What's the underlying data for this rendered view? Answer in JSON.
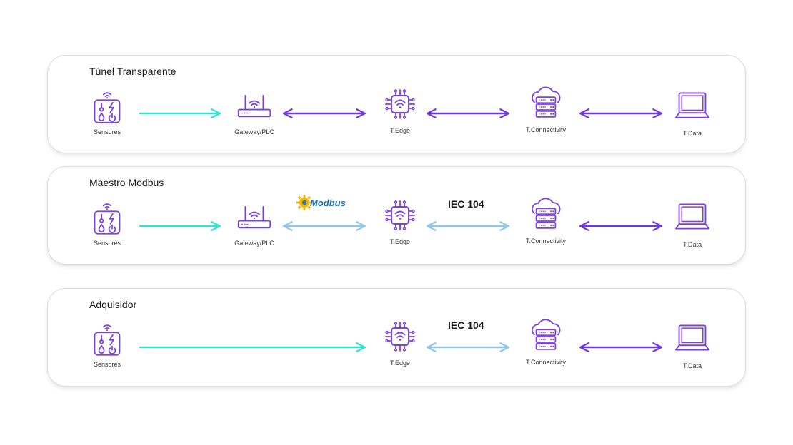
{
  "rows": [
    {
      "title": "Túnel Transparente",
      "nodes": [
        "Sensores",
        "Gateway/PLC",
        "T.Edge",
        "T.Connectivity",
        "T.Data"
      ]
    },
    {
      "title": "Maestro Modbus",
      "nodes": [
        "Sensores",
        "Gateway/PLC",
        "T.Edge",
        "T.Connectivity",
        "T.Data"
      ],
      "protocols": {
        "gateway_edge": "Modbus",
        "edge_connectivity": "IEC 104"
      }
    },
    {
      "title": "Adquisidor",
      "nodes": [
        "Sensores",
        "T.Edge",
        "T.Connectivity",
        "T.Data"
      ],
      "protocols": {
        "edge_connectivity": "IEC 104"
      }
    }
  ],
  "colors": {
    "icon": "#7b3fe4",
    "arrow_sensor": "#2ee6d6",
    "arrow_bidirectional": "#6e3ae0",
    "arrow_protocol": "#8ec8ee"
  },
  "icons": {
    "sensor": "sensor-panel-icon",
    "gateway": "router-icon",
    "edge": "chip-icon",
    "connectivity": "cloud-server-icon",
    "data": "laptop-icon"
  }
}
